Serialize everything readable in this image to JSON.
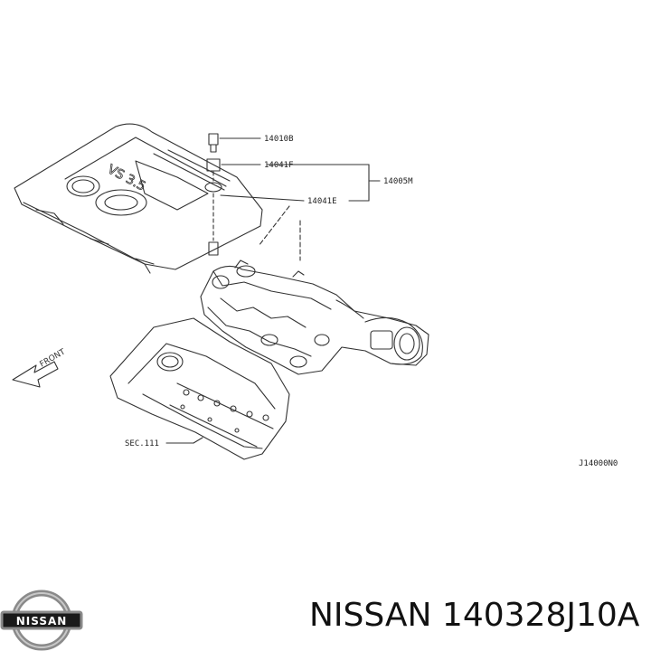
{
  "diagram": {
    "part_labels": {
      "bolt": "14010B",
      "grommet_upper": "14041F",
      "grommet_lower": "14041E",
      "cover_assembly": "14005M",
      "section_ref": "SEC.111",
      "front_arrow": "FRONT"
    },
    "cover_emboss": "VS 3.5",
    "drawing_number": "J14000N0"
  },
  "footer": {
    "brand_logo_text": "NISSAN",
    "part_caption": "NISSAN 140328J10A"
  },
  "colors": {
    "line": "#333333",
    "logo_metal": "#8a8a8a",
    "logo_band": "#1a1a1a"
  }
}
